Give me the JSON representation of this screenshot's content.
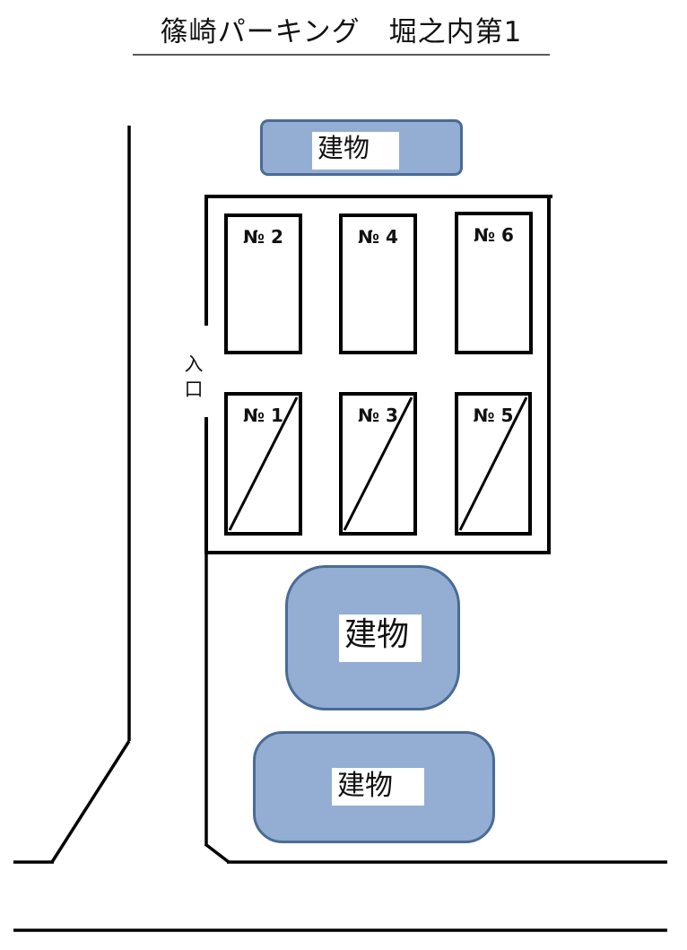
{
  "title": "篠崎パーキング　堀之内第1",
  "entrance": {
    "label": "入口"
  },
  "buildings": {
    "top": {
      "label": "建物"
    },
    "middle": {
      "label": "建物"
    },
    "bottom": {
      "label": "建物"
    }
  },
  "stalls": [
    {
      "label": "№ 1",
      "crossed": true
    },
    {
      "label": "№ 2",
      "crossed": false
    },
    {
      "label": "№ 3",
      "crossed": true
    },
    {
      "label": "№ 4",
      "crossed": false
    },
    {
      "label": "№ 5",
      "crossed": true
    },
    {
      "label": "№ 6",
      "crossed": false
    }
  ],
  "colors": {
    "building_fill": "#93AED2",
    "building_border": "#4A6B96",
    "line_color": "#000000",
    "title_underline": "#595959"
  }
}
